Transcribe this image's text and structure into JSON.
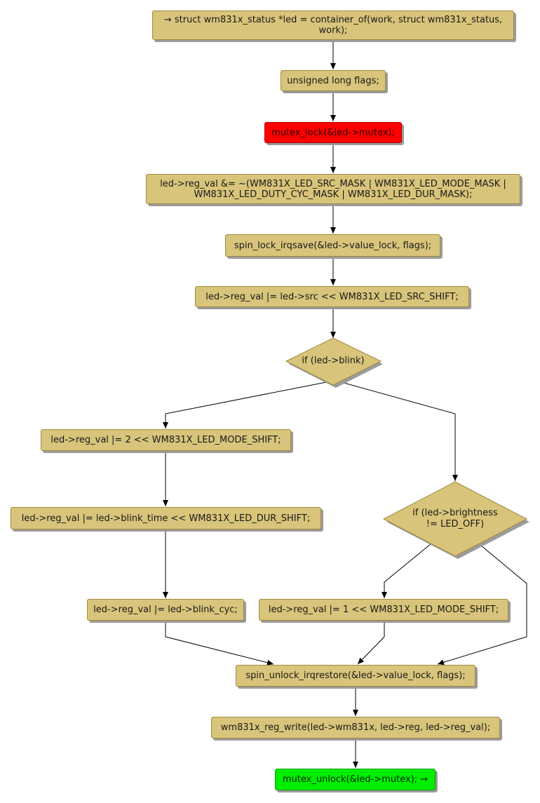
{
  "nodes": {
    "entry": [
      "→ struct wm831x_status *led = container_of(work, struct wm831x_status,",
      "work);"
    ],
    "flags": "unsigned long flags;",
    "mutex_lock": "mutex_lock(&led->mutex);",
    "clear_mask": [
      "led->reg_val &= ~(WM831X_LED_SRC_MASK | WM831X_LED_MODE_MASK |",
      "WM831X_LED_DUTY_CYC_MASK | WM831X_LED_DUR_MASK);"
    ],
    "spin_lock": "spin_lock_irqsave(&led->value_lock, flags);",
    "src_shift": "led->reg_val |= led->src << WM831X_LED_SRC_SHIFT;",
    "if_blink": "if (led->blink)",
    "mode_2": "led->reg_val |= 2 << WM831X_LED_MODE_SHIFT;",
    "blink_time": "led->reg_val |= led->blink_time << WM831X_LED_DUR_SHIFT;",
    "blink_cyc": "led->reg_val |= led->blink_cyc;",
    "if_brightness": [
      "if (led->brightness",
      "!= LED_OFF)"
    ],
    "mode_1": "led->reg_val |= 1 << WM831X_LED_MODE_SHIFT;",
    "spin_unlock": "spin_unlock_irqrestore(&led->value_lock, flags);",
    "reg_write": "wm831x_reg_write(led->wm831x, led->reg, led->reg_val);",
    "mutex_unlock": "mutex_unlock(&led->mutex); →"
  },
  "colors": {
    "node_fill": "#d8c47a",
    "lock_fill": "#ff0000",
    "unlock_fill": "#00ee00",
    "edge": "#000000"
  }
}
